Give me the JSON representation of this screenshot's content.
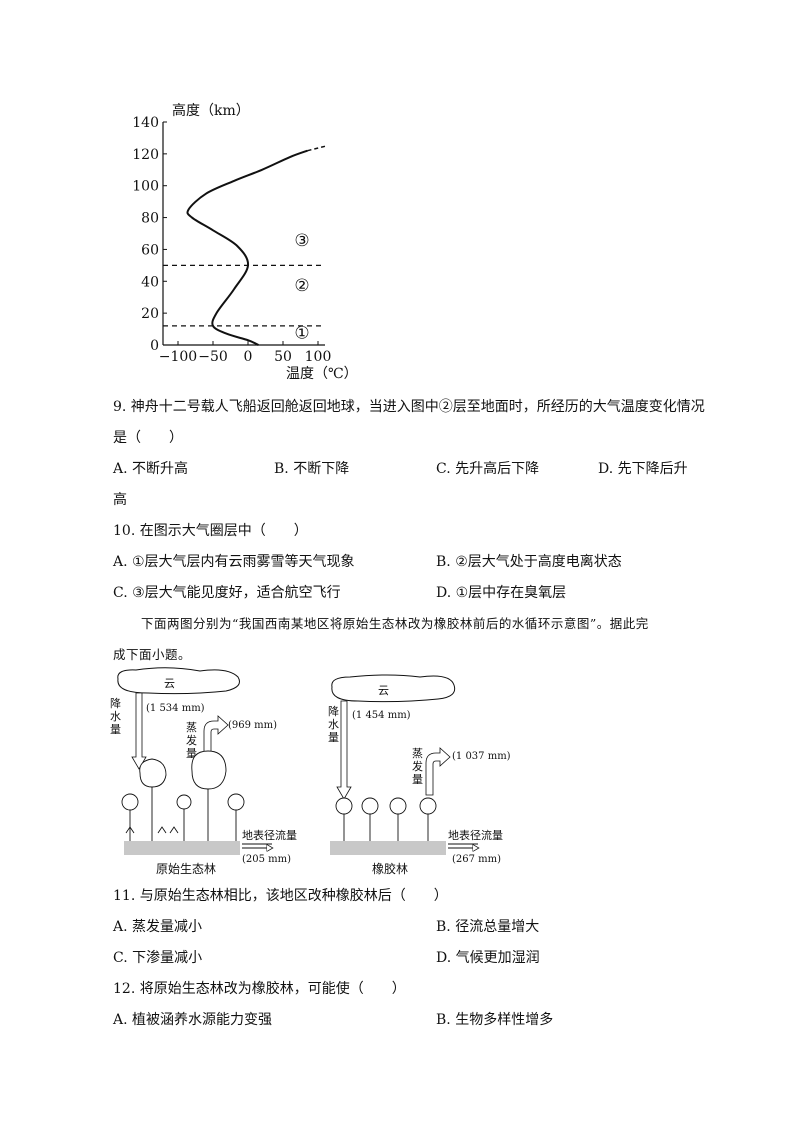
{
  "chart_data": {
    "type": "line",
    "ylabel": "高度（km）",
    "xlabel": "温度（℃）",
    "yticks": [
      0,
      20,
      40,
      60,
      80,
      100,
      120,
      140
    ],
    "xticks": [
      "−100",
      "−50",
      "0",
      "50",
      "100"
    ],
    "ylim": [
      0,
      140
    ],
    "xlim": [
      -100,
      100
    ],
    "series": [
      {
        "x": [
          15,
          0,
          -30,
          -50,
          -45,
          -20,
          0,
          -15,
          -50,
          -80,
          -85,
          -60,
          -20,
          20,
          60,
          85
        ],
        "y": [
          0,
          3,
          7,
          12,
          20,
          35,
          50,
          62,
          72,
          80,
          85,
          95,
          103,
          110,
          118,
          122
        ]
      }
    ],
    "dashed_lines_km": [
      12,
      50
    ],
    "layer_labels": [
      "①",
      "②",
      "③"
    ]
  },
  "questions": {
    "q9": {
      "stem_line1": "9. 神舟十二号载人飞船返回舱返回地球，当进入图中②层至地面时，所经历的大气温度变化情况",
      "stem_line2": "是（　　）",
      "a": "A. 不断升高",
      "b": "B. 不断下降",
      "c": "C. 先升高后下降",
      "d": "D. 先下降后升",
      "d_cont": "高"
    },
    "q10": {
      "stem": "10. 在图示大气圈层中（　　）",
      "a": "A. ①层大气层内有云雨雾雪等天气现象",
      "b": "B. ②层大气处于高度电离状态",
      "c": "C. ③层大气能见度好，适合航空飞行",
      "d": "D. ①层中存在臭氧层"
    },
    "intro_line1": "下面两图分别为“我国西南某地区将原始生态林改为橡胶林前后的水循环示意图”。据此完",
    "intro_line2": "成下面小题。",
    "q11": {
      "stem": "11. 与原始生态林相比，该地区改种橡胶林后（　　）",
      "a": "A. 蒸发量减小",
      "b": "B. 径流总量增大",
      "c": "C. 下渗量减小",
      "d": "D. 气候更加湿润"
    },
    "q12": {
      "stem": "12. 将原始生态林改为橡胶林，可能使（　　）",
      "a": "A. 植被涵养水源能力变强",
      "b": "B. 生物多样性增多"
    }
  },
  "diagram": {
    "left": {
      "cloud": "云",
      "precip_label": "降水量",
      "precip_value": "(1 534 mm)",
      "evap_label": "蒸发量",
      "evap_value": "(969 mm)",
      "runoff_label": "地表径流量",
      "runoff_value": "(205 mm)",
      "caption": "原始生态林"
    },
    "right": {
      "cloud": "云",
      "precip_label": "降水量",
      "precip_value": "(1 454 mm)",
      "evap_label": "蒸发量",
      "evap_value": "(1 037 mm)",
      "runoff_label": "地表径流量",
      "runoff_value": "(267 mm)",
      "caption": "橡胶林"
    }
  }
}
